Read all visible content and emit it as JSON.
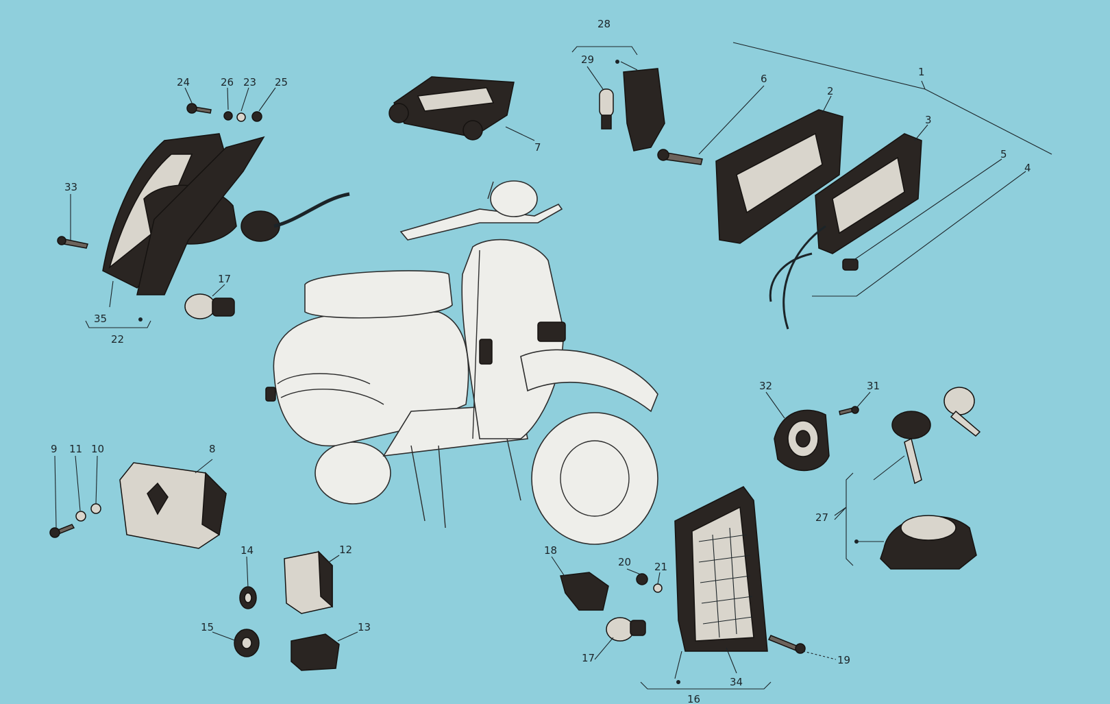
{
  "colors": {
    "background": "#8fcfdc",
    "ink": "#1c2428",
    "part_dark": "#2a2522",
    "scooter_fill": "#eeeeea"
  },
  "labels": {
    "n1": "1",
    "n2": "2",
    "n3": "3",
    "n4": "4",
    "n5": "5",
    "n6": "6",
    "n7": "7",
    "n8": "8",
    "n9": "9",
    "n10": "10",
    "n11": "11",
    "n12": "12",
    "n13": "13",
    "n14": "14",
    "n15": "15",
    "n16": "16",
    "n17a": "17",
    "n17b": "17",
    "n18": "18",
    "n19": "19",
    "n20": "20",
    "n21": "21",
    "n22": "22",
    "n23": "23",
    "n24": "24",
    "n25": "25",
    "n26": "26",
    "n27": "27",
    "n28": "28",
    "n29": "29",
    "n31": "31",
    "n32": "32",
    "n33": "33",
    "n34": "34",
    "n35": "35"
  }
}
